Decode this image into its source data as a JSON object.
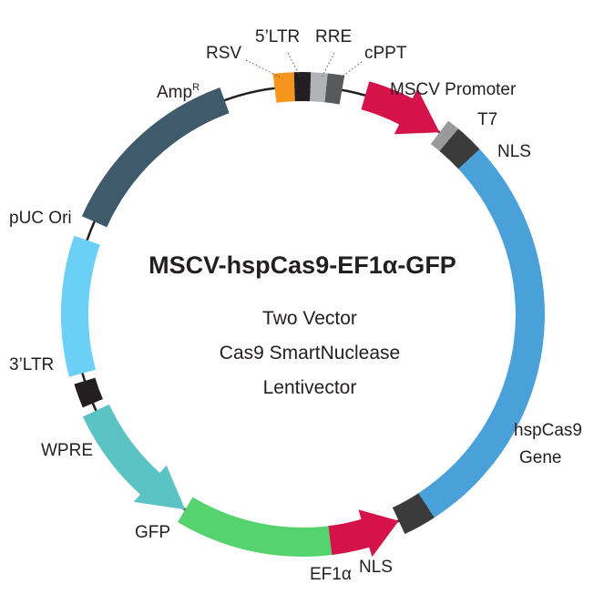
{
  "title": "MSCV-hspCas9-EF1α-GFP",
  "subtitle_lines": [
    "Two Vector",
    "Cas9 SmartNuclease",
    "Lentivector"
  ],
  "labels": {
    "rsv": "RSV",
    "ltr5": "5’LTR",
    "rre": "RRE",
    "cppt": "cPPT",
    "mscv": "MSCV Promoter",
    "t7": "T7",
    "nls_top": "NLS",
    "hspcas9_line1": "hspCas9",
    "hspcas9_line2": "Gene",
    "nls_bottom": "NLS",
    "ef1a": "EF1α",
    "gfp": "GFP",
    "wpre": "WPRE",
    "ltr3": "3’LTR",
    "puc": "pUC Ori",
    "amp": "Amp",
    "amp_sup": "R"
  },
  "features": [
    {
      "id": "amp",
      "color": "#3f5a6b"
    },
    {
      "id": "puc",
      "color": "#6ccff6"
    },
    {
      "id": "ltr3",
      "color": "#231f20"
    },
    {
      "id": "wpre",
      "color": "#5cc3c4"
    },
    {
      "id": "gfp",
      "color": "#55d36e"
    },
    {
      "id": "ef1a",
      "color": "#d5124a"
    },
    {
      "id": "nls_bottom",
      "color": "#3b3b3b"
    },
    {
      "id": "hspcas9",
      "color": "#4aa0d8"
    },
    {
      "id": "nls_top",
      "color": "#3b3b3b"
    },
    {
      "id": "t7",
      "color": "#9a9a9a"
    },
    {
      "id": "mscv",
      "color": "#d5124a"
    },
    {
      "id": "rsv",
      "color": "#f7941d"
    },
    {
      "id": "ltr5",
      "color": "#231f20"
    },
    {
      "id": "rre",
      "color": "#b1b3b6"
    },
    {
      "id": "cppt",
      "color": "#58595b"
    }
  ],
  "backbone_color": "#231f20"
}
